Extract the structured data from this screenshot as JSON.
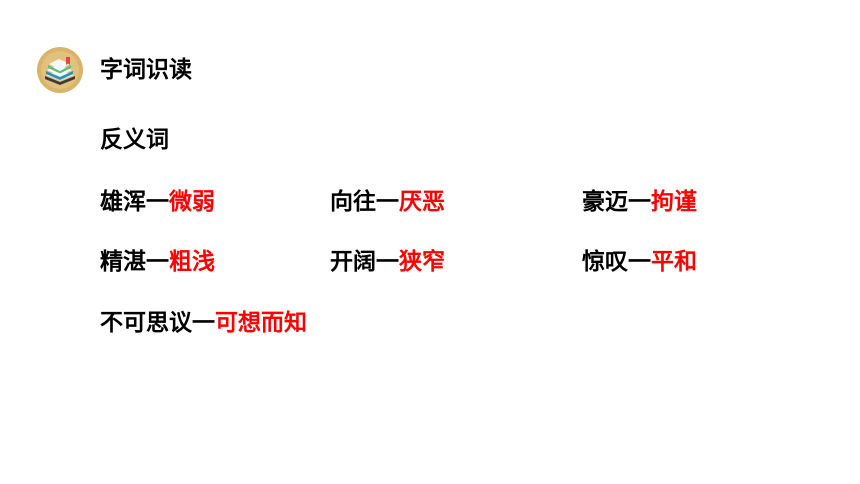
{
  "header": {
    "icon": "stacked-books-icon",
    "title": "字词识读"
  },
  "section": {
    "subtitle": "反义词"
  },
  "pairs": [
    {
      "word": "雄浑",
      "dash": "一",
      "antonym": "微弱"
    },
    {
      "word": "向往",
      "dash": "一",
      "antonym": "厌恶"
    },
    {
      "word": "豪迈",
      "dash": "一",
      "antonym": "拘谨"
    },
    {
      "word": "精湛",
      "dash": "一",
      "antonym": "粗浅"
    },
    {
      "word": "开阔",
      "dash": "一",
      "antonym": "狭窄"
    },
    {
      "word": "惊叹",
      "dash": "一",
      "antonym": "平和"
    },
    {
      "word": "不可思议",
      "dash": "一",
      "antonym": "可想而知"
    }
  ],
  "colors": {
    "answer": "#ff0000",
    "icon_circle": "#d9b46a"
  }
}
